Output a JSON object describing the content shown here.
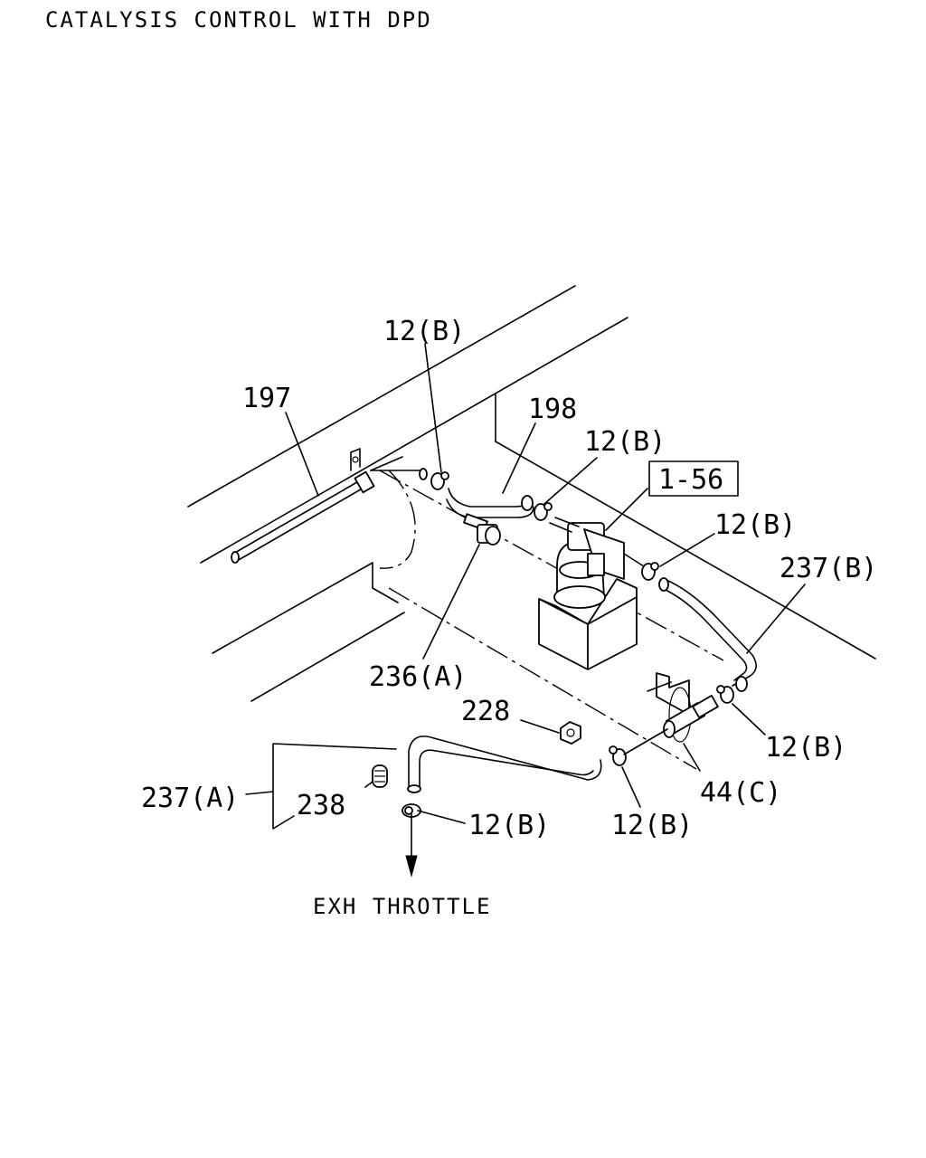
{
  "title": "CATALYSIS CONTROL WITH DPD",
  "callouts": {
    "p12b_1": "12(B)",
    "p197": "197",
    "p198": "198",
    "p12b_2": "12(B)",
    "ref_156": "1-56",
    "p12b_3": "12(B)",
    "p237b": "237(B)",
    "p236a": "236(A)",
    "p228": "228",
    "p12b_4": "12(B)",
    "p237a": "237(A)",
    "p238": "238",
    "p12b_5": "12(B)",
    "p12b_6": "12(B)",
    "p44c": "44(C)"
  },
  "exit_label": "EXH THROTTLE"
}
